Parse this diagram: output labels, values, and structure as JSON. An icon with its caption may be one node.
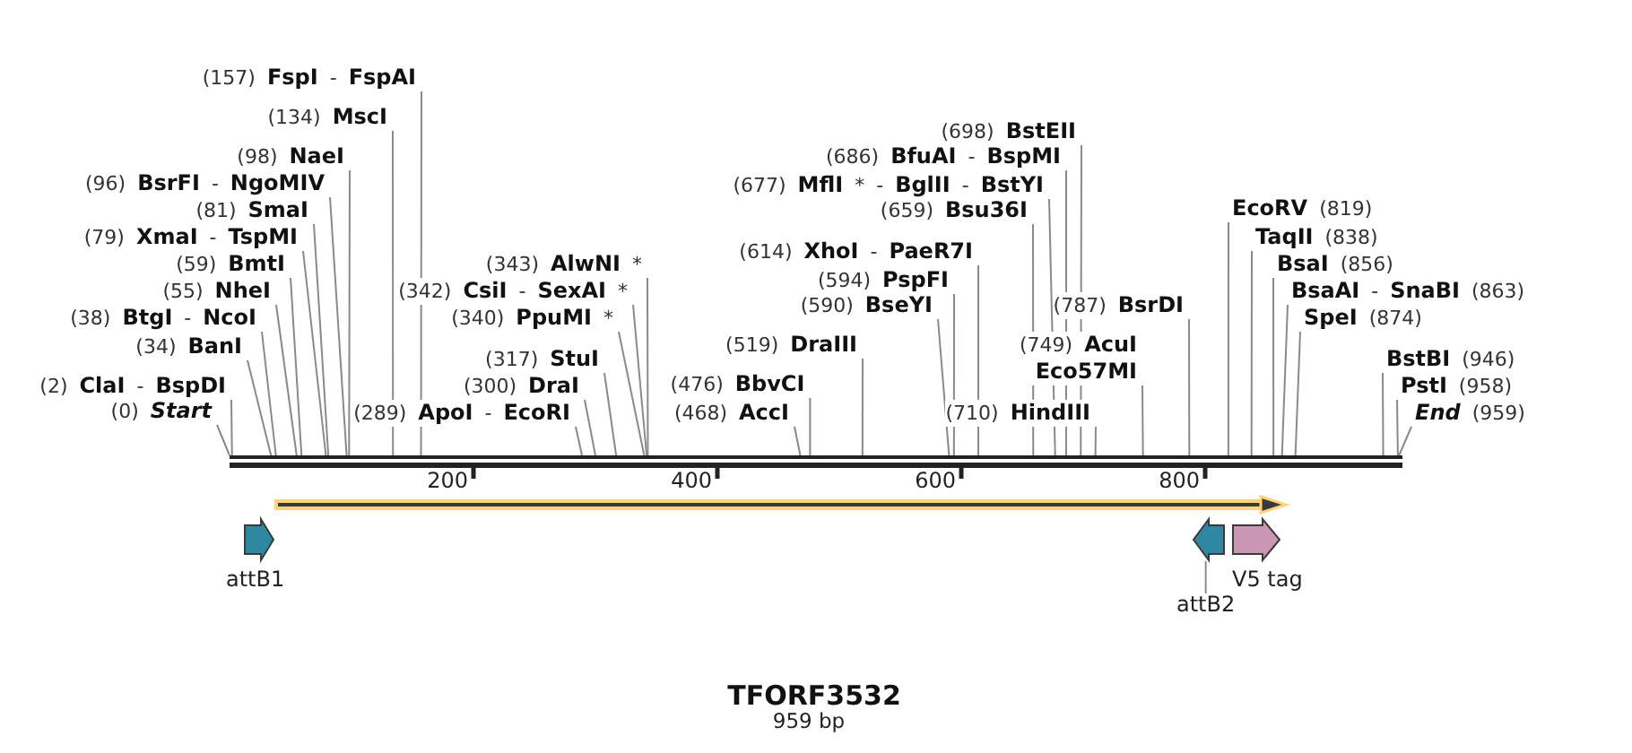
{
  "diagram": {
    "title": "TFORF3532",
    "nodes": [
      {
        "text": [
          "(157) **FspI** - **FspAI**"
        ]
      },
      {
        "text": [
          "(134) **MscI**"
        ]
      },
      {
        "text": [
          "(98) **NaeI**"
        ]
      },
      {
        "text": [
          "(96) **BsrFI** - **NgoMIV**"
        ]
      },
      {
        "text": [
          "(81) **SmaI**"
        ]
      },
      {
        "text": [
          "(79) **XmaI** - **TspMI**"
        ]
      },
      {
        "text": [
          "(59) **BmtI**"
        ]
      },
      {
        "text": [
          "(55) **NheI**"
        ]
      },
      {
        "text": [
          "(38) **BtgI** - **NcoI**"
        ]
      },
      {
        "text": [
          "(34) **BanI**"
        ]
      },
      {
        "text": [
          "(2) **ClaI** - **BspDI**"
        ]
      },
      {
        "text": [
          "(0) *Start*"
        ]
      },
      {
        "text": [
          "(343) **AlwNI** *"
        ]
      },
      {
        "text": [
          "(342) **CsiI** - **SexAI** *"
        ]
      },
      {
        "text": [
          "(340) **PpuMI** *"
        ]
      },
      {
        "text": [
          "(317) **StuI**"
        ]
      },
      {
        "text": [
          "(300) **DraI**"
        ]
      },
      {
        "text": [
          "(289) **ApoI** - **EcoRI**"
        ]
      },
      {
        "text": [
          "(698) **BstEII**"
        ]
      },
      {
        "text": [
          "(686) **BfuAI** - **BspMI**"
        ]
      },
      {
        "text": [
          "(677) **MflI** * - **BglII** - **BstYI**"
        ]
      },
      {
        "text": [
          "(659) **Bsu36I**"
        ]
      },
      {
        "text": [
          "(614) **XhoI** - **PaeR7I**"
        ]
      },
      {
        "text": [
          "(594) **PspFI**"
        ]
      },
      {
        "text": [
          "(590) **BseYI**"
        ]
      },
      {
        "text": [
          "(519) **DraIII**"
        ]
      },
      {
        "text": [
          "(476) **BbvCI**"
        ]
      },
      {
        "text": [
          "(468) **AccI**"
        ]
      },
      {
        "text": [
          "(710) **HindIII**"
        ]
      },
      {
        "text": [
          "(787) **BsrDI**"
        ]
      },
      {
        "text": [
          "(749) **AcuI** **Eco57MI**"
        ]
      },
      {
        "text": [
          "**EcoRV** (819)"
        ]
      },
      {
        "text": [
          "**TaqII** (838)"
        ]
      },
      {
        "text": [
          "**BsaI** (856)"
        ]
      },
      {
        "text": [
          "**BsaAI** - **SnaBI** (863)"
        ]
      },
      {
        "text": [
          "**SpeI** (874)"
        ]
      },
      {
        "text": [
          "**BstBI** (946)"
        ]
      },
      {
        "text": [
          "**PstI** (958)"
        ]
      },
      {
        "text": [
          "*End* (959)"
        ]
      },
      {
        "text": [],
        "shape": "bar"
      },
      {
        "text": [],
        "shape": "arrow"
      },
      {
        "text": [
          "attB1"
        ]
      },
      {
        "text": [],
        "shape": "arrow"
      },
      {
        "text": [
          "V5 tag"
        ]
      },
      {
        "text": [
          "attB2"
        ]
      }
    ],
    "edges": [
      {
        "from": 0,
        "to": 39,
        "arrow": "none"
      },
      {
        "from": 1,
        "to": 39,
        "arrow": "none"
      },
      {
        "from": 2,
        "to": 39,
        "arrow": "none"
      },
      {
        "from": 3,
        "to": 39,
        "arrow": "none"
      },
      {
        "from": 4,
        "to": 39,
        "arrow": "none"
      },
      {
        "from": 5,
        "to": 39,
        "arrow": "none"
      },
      {
        "from": 6,
        "to": 39,
        "arrow": "none"
      },
      {
        "from": 7,
        "to": 39,
        "arrow": "none"
      },
      {
        "from": 8,
        "to": 39,
        "arrow": "none"
      },
      {
        "from": 9,
        "to": 39,
        "arrow": "none"
      },
      {
        "from": 10,
        "to": 39,
        "arrow": "none"
      },
      {
        "from": 11,
        "to": 39,
        "arrow": "none"
      },
      {
        "from": 12,
        "to": 39,
        "arrow": "none"
      },
      {
        "from": 13,
        "to": 39,
        "arrow": "none"
      },
      {
        "from": 14,
        "to": 39,
        "arrow": "none"
      },
      {
        "from": 15,
        "to": 39,
        "arrow": "none"
      },
      {
        "from": 16,
        "to": 39,
        "arrow": "none"
      },
      {
        "from": 17,
        "to": 39,
        "arrow": "none"
      },
      {
        "from": 18,
        "to": 39,
        "arrow": "none"
      },
      {
        "from": 19,
        "to": 39,
        "arrow": "none"
      },
      {
        "from": 20,
        "to": 39,
        "arrow": "none"
      },
      {
        "from": 21,
        "to": 39,
        "arrow": "none"
      },
      {
        "from": 22,
        "to": 39,
        "arrow": "none"
      },
      {
        "from": 23,
        "to": 39,
        "arrow": "none"
      },
      {
        "from": 24,
        "to": 39,
        "arrow": "none"
      },
      {
        "from": 25,
        "to": 39,
        "arrow": "none"
      },
      {
        "from": 26,
        "to": 39,
        "arrow": "none"
      },
      {
        "from": 27,
        "to": 39,
        "arrow": "none"
      },
      {
        "from": 28,
        "to": 39,
        "arrow": "none"
      },
      {
        "from": 29,
        "to": 39,
        "arrow": "none"
      },
      {
        "from": 30,
        "to": 39,
        "arrow": "none"
      },
      {
        "from": 31,
        "to": 39,
        "arrow": "none"
      },
      {
        "from": 32,
        "to": 39,
        "arrow": "none"
      },
      {
        "from": 33,
        "to": 39,
        "arrow": "none"
      },
      {
        "from": 34,
        "to": 39,
        "arrow": "none"
      },
      {
        "from": 35,
        "to": 39,
        "arrow": "none"
      },
      {
        "from": 36,
        "to": 39,
        "arrow": "none"
      },
      {
        "from": 37,
        "to": 39,
        "arrow": "none"
      },
      {
        "from": 38,
        "to": 39,
        "arrow": "none"
      },
      {
        "from": 44,
        "to": 42,
        "arrow": "none"
      }
    ],
    "labels": [
      "200",
      "400",
      "600",
      "800",
      "959 bp"
    ]
  }
}
